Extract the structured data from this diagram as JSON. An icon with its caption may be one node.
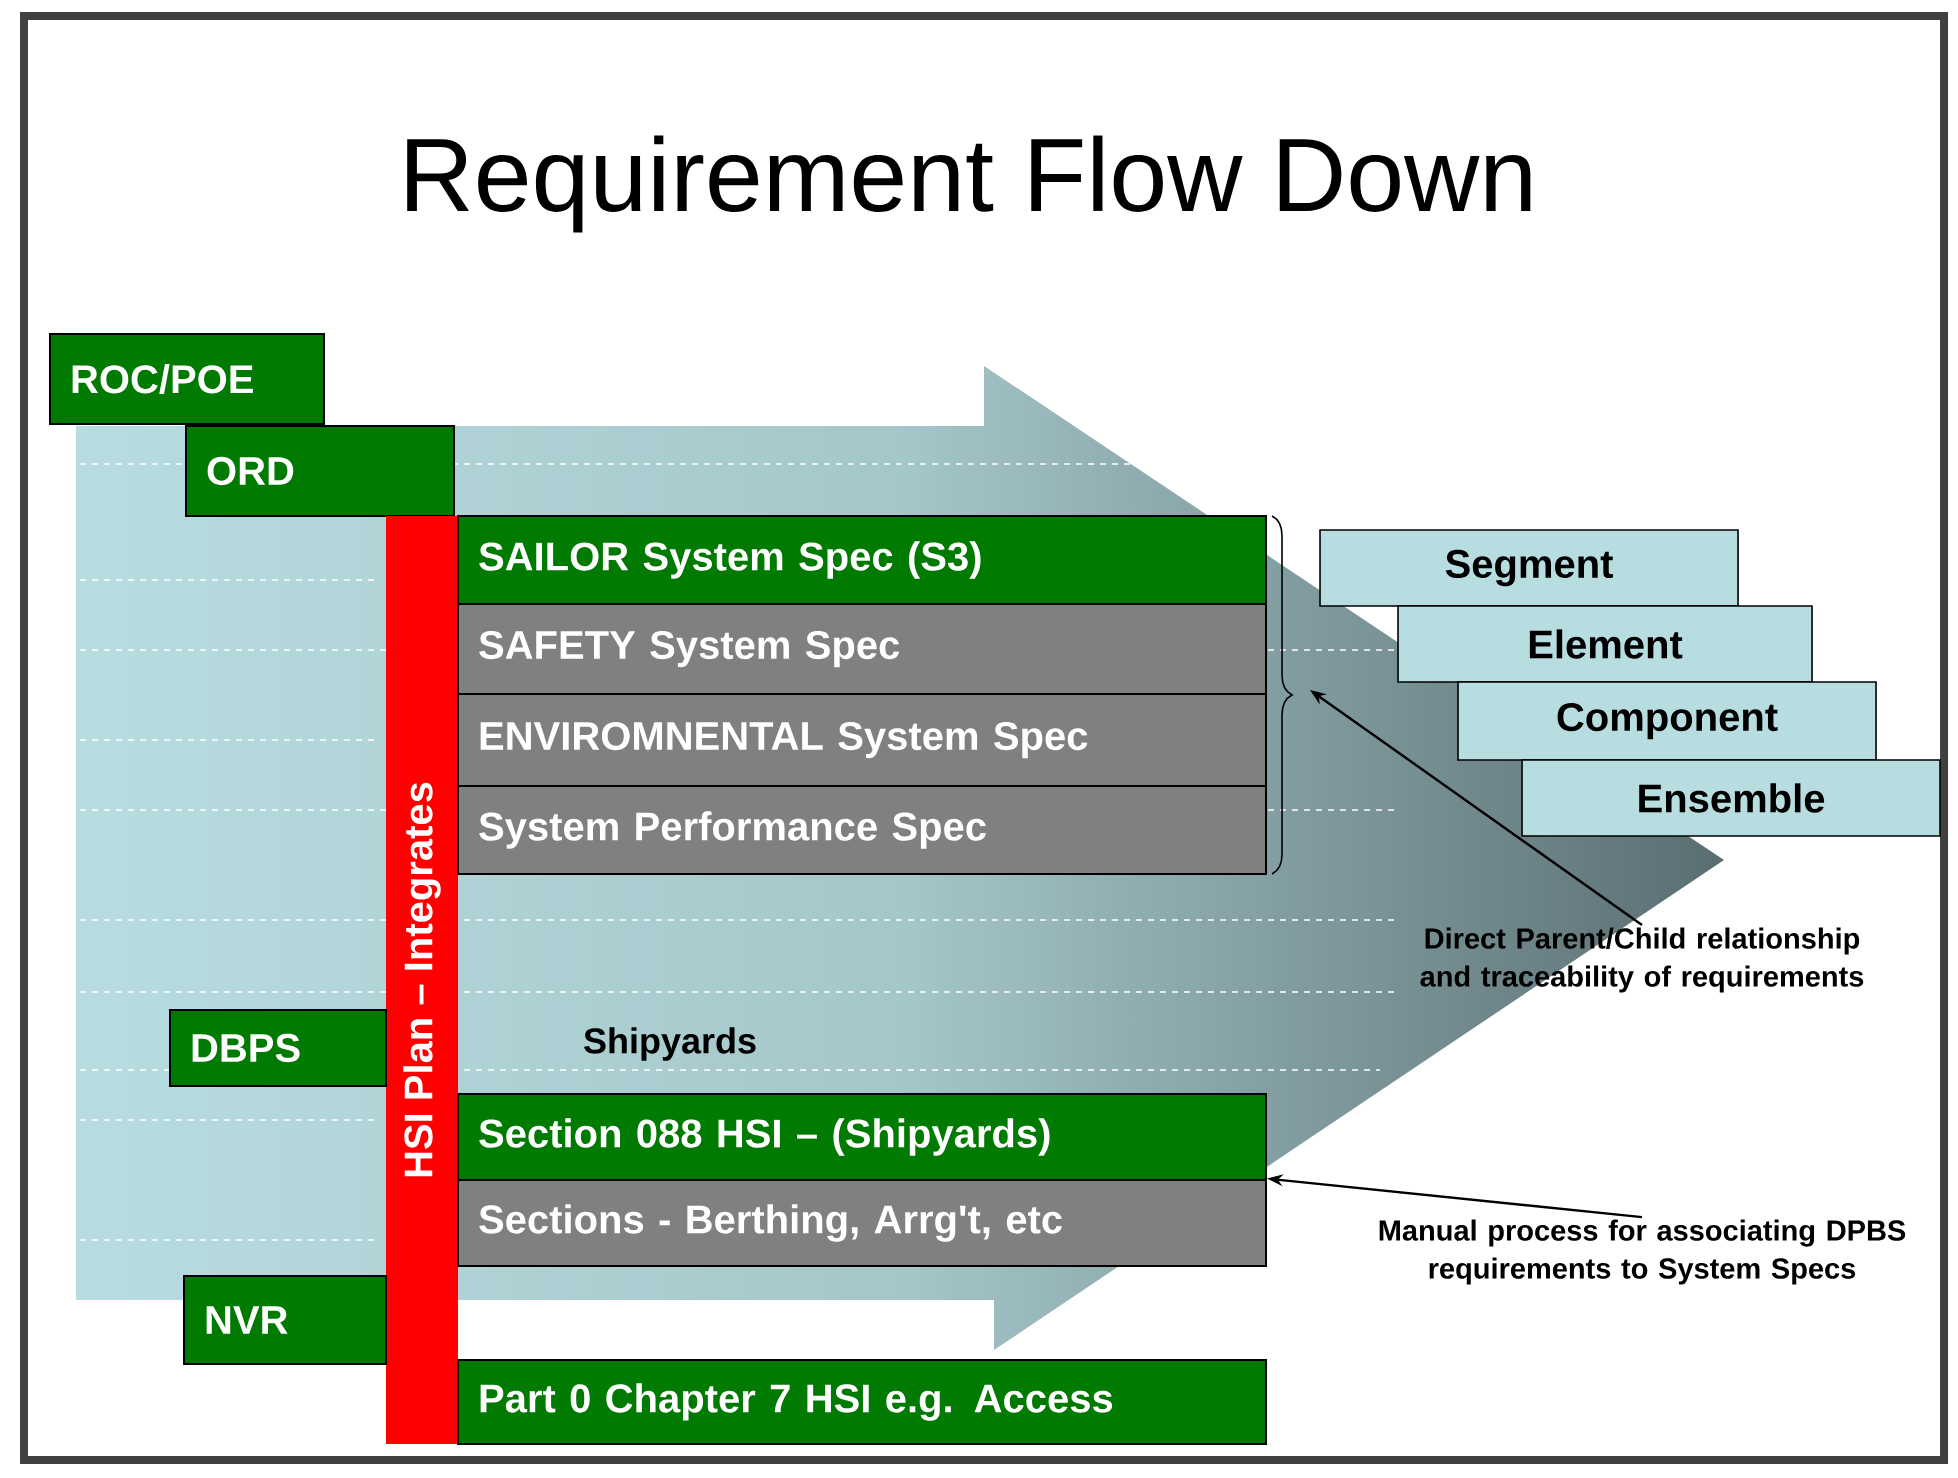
{
  "diagram": {
    "title": "Requirement Flow Down",
    "nodes": [
      {
        "text": [
          "ROC/POE"
        ]
      },
      {
        "text": [
          "ORD"
        ]
      },
      {
        "text": [
          "HSI Plan – Integrates"
        ]
      },
      {
        "text": [
          "SAILOR System Spec (S3)"
        ]
      },
      {
        "text": [
          "SAFETY System Spec"
        ]
      },
      {
        "text": [
          "ENVIROMNENTAL System Spec"
        ]
      },
      {
        "text": [
          "System Performance Spec"
        ]
      },
      {
        "text": [
          "Segment"
        ]
      },
      {
        "text": [
          "Element"
        ]
      },
      {
        "text": [
          "Component"
        ]
      },
      {
        "text": [
          "Ensemble"
        ]
      },
      {
        "text": [
          "Direct Parent/Child relationship and traceability of requirements"
        ]
      },
      {
        "text": [
          "DBPS"
        ]
      },
      {
        "text": [
          "Section 088 HSI – (Shipyards)"
        ]
      },
      {
        "text": [
          "Sections - Berthing, Arrg't, etc"
        ]
      },
      {
        "text": [
          "Manual process for associating DPBS requirements to System Specs"
        ]
      },
      {
        "text": [
          "NVR"
        ]
      },
      {
        "text": [
          "Part 0 Chapter 7 HSI e.g. Access"
        ]
      }
    ],
    "edges": [
      {
        "from": 11,
        "to": null,
        "arrow": "to"
      },
      {
        "from": 15,
        "to": 13,
        "arrow": "to"
      }
    ],
    "labels": [
      "Shipyards"
    ]
  }
}
